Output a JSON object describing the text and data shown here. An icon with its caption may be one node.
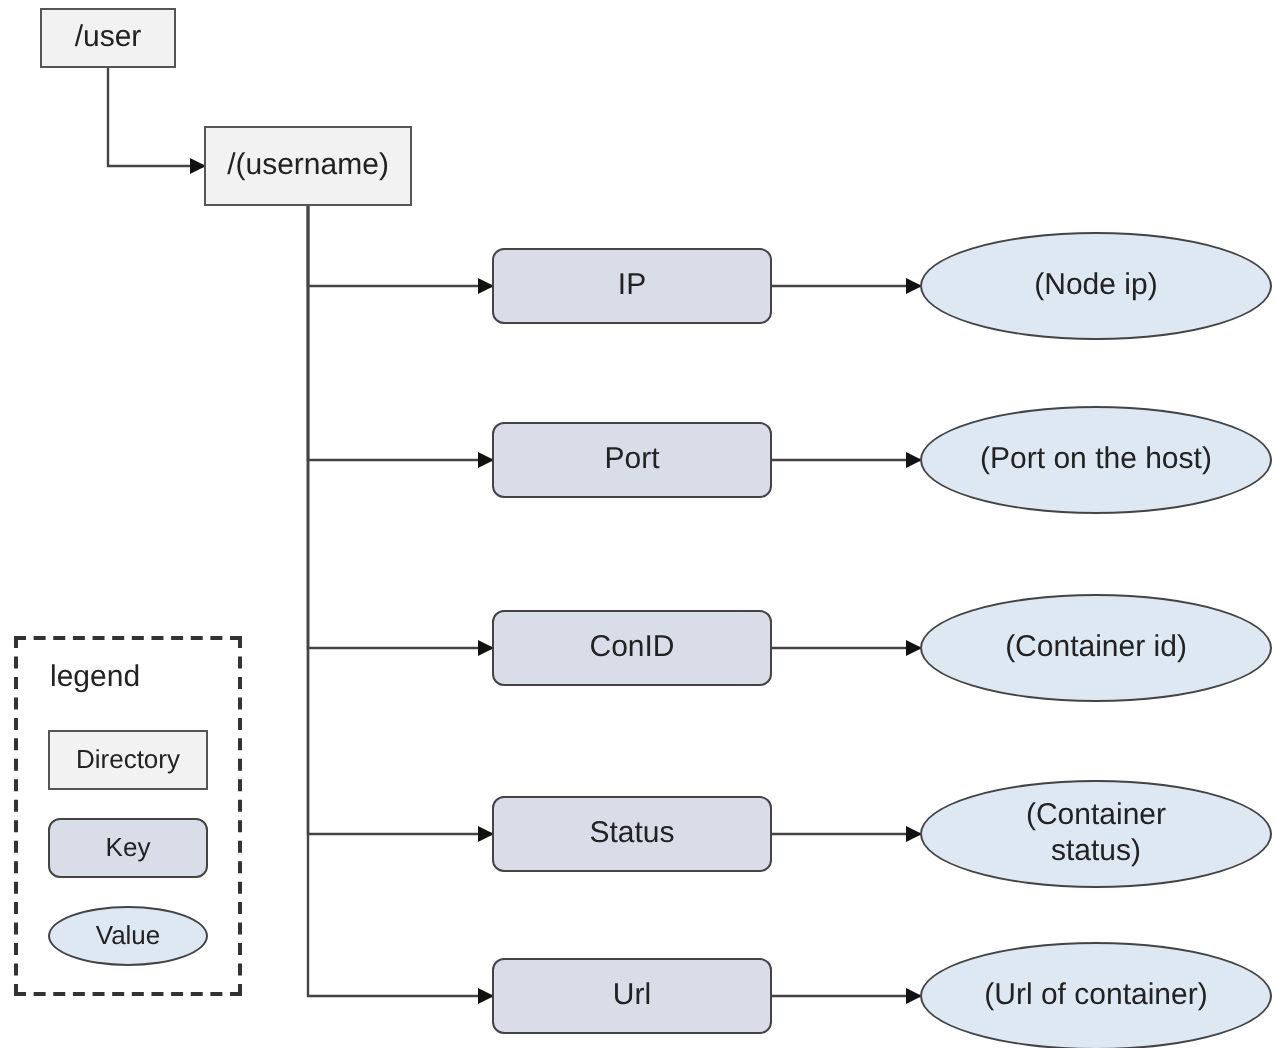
{
  "diagram": {
    "nodes": [
      {
        "text": [
          "/user"
        ]
      },
      {
        "text": [
          "/(username)"
        ]
      },
      {
        "text": [
          "IP"
        ]
      },
      {
        "text": [
          "Port"
        ]
      },
      {
        "text": [
          "ConID"
        ]
      },
      {
        "text": [
          "Status"
        ]
      },
      {
        "text": [
          "Url"
        ]
      },
      {
        "text": [
          "(Node ip)"
        ]
      },
      {
        "text": [
          "(Port on the host)"
        ]
      },
      {
        "text": [
          "(Container id)"
        ]
      },
      {
        "text": [
          "(Container status)"
        ]
      },
      {
        "text": [
          "(Url of container)"
        ]
      }
    ],
    "edges": [
      {
        "from": 0,
        "to": 1,
        "arrow": "to"
      },
      {
        "from": 1,
        "to": 2,
        "arrow": "to"
      },
      {
        "from": 1,
        "to": 3,
        "arrow": "to"
      },
      {
        "from": 1,
        "to": 4,
        "arrow": "to"
      },
      {
        "from": 1,
        "to": 5,
        "arrow": "to"
      },
      {
        "from": 1,
        "to": 6,
        "arrow": "to"
      },
      {
        "from": 2,
        "to": 7,
        "arrow": "to"
      },
      {
        "from": 3,
        "to": 8,
        "arrow": "to"
      },
      {
        "from": 4,
        "to": 9,
        "arrow": "to"
      },
      {
        "from": 5,
        "to": 10,
        "arrow": "to"
      },
      {
        "from": 6,
        "to": 11,
        "arrow": "to"
      }
    ],
    "labels": [
      "legend"
    ],
    "legend": [
      {
        "text": "Directory",
        "color": "#f2f2f2"
      },
      {
        "text": "Key",
        "color": "#d9dde8"
      },
      {
        "text": "Value",
        "color": "#dde8f3"
      }
    ]
  }
}
